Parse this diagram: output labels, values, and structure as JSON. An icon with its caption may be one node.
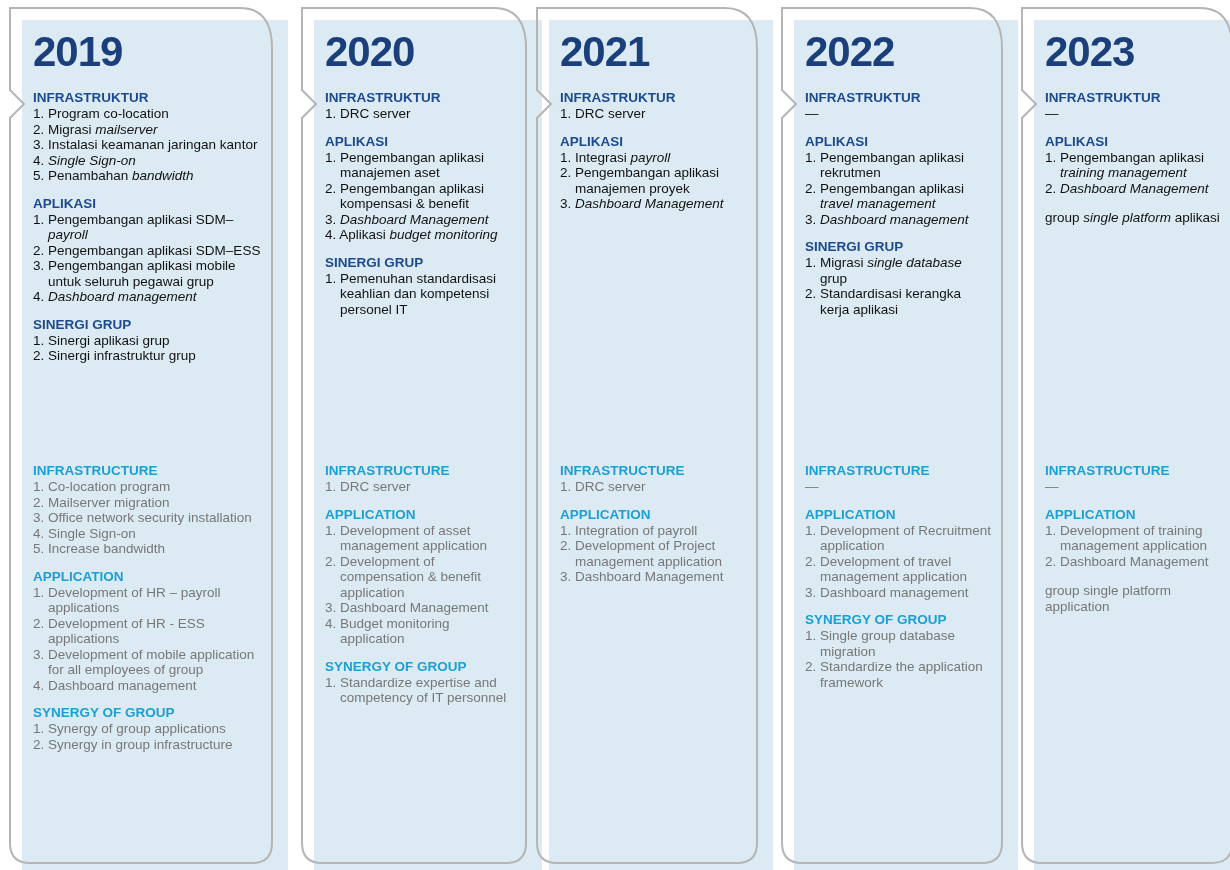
{
  "diagram": {
    "nodes": [
      {
        "text": [
          "2019",
          "INFRASTRUKTUR",
          "1. Program co-location",
          "2. Migrasi *mailserver*",
          "3. Instalasi keamanan jaringan kantor",
          "4. *Single Sign-on*",
          "5. Penambahan *bandwidth*",
          "APLIKASI",
          "1. Pengembangan aplikasi SDM–*payroll*",
          "2. Pengembangan aplikasi SDM–ESS",
          "3. Pengembangan aplikasi mobile untuk seluruh pegawai grup",
          "4. *Dashboard management*",
          "SINERGI GRUP",
          "1. Sinergi aplikasi grup",
          "2. Sinergi infrastruktur grup",
          "INFRASTRUCTURE",
          "1. Co-location program",
          "2. Mailserver migration",
          "3. Office network security installation",
          "4. Single Sign-on",
          "5. Increase bandwidth",
          "APPLICATION",
          "1. Development of HR – payroll applications",
          "2. Development of HR - ESS applications",
          "3. Development of mobile application for all employees of group",
          "4. Dashboard management",
          "SYNERGY OF GROUP",
          "1. Synergy of group applications",
          "2. Synergy in group infrastructure"
        ]
      },
      {
        "text": [
          "2020",
          "INFRASTRUKTUR",
          "1. DRC server",
          "APLIKASI",
          "1. Pengembangan aplikasi manajemen aset",
          "2. Pengembangan aplikasi kompensasi & benefit",
          "3. *Dashboard Management*",
          "4. Aplikasi *budget monitoring*",
          "SINERGI GRUP",
          "1. Pemenuhan standardisasi keahlian dan kompetensi personel IT",
          "INFRASTRUCTURE",
          "1. DRC server",
          "APPLICATION",
          "1. Development of asset management application",
          "2. Development of compensation & benefit application",
          "3. Dashboard Management",
          "4. Budget monitoring application",
          "SYNERGY OF GROUP",
          "1. Standardize expertise and competency of IT personnel"
        ]
      },
      {
        "text": [
          "2021",
          "INFRASTRUKTUR",
          "1. DRC server",
          "APLIKASI",
          "1. Integrasi *payroll*",
          "2. Pengembangan aplikasi manajemen proyek",
          "3. *Dashboard Management*",
          "INFRASTRUCTURE",
          "1. DRC server",
          "APPLICATION",
          "1. Integration of payroll",
          "2. Development of Project management application",
          "3. Dashboard Management"
        ]
      },
      {
        "text": [
          "2022",
          "INFRASTRUKTUR",
          "—",
          "APLIKASI",
          "1. Pengembangan aplikasi rekrutmen",
          "2. Pengembangan aplikasi *travel management*",
          "3. *Dashboard management*",
          "SINERGI GRUP",
          "1. Migrasi *single database* grup",
          "2. Standardisasi kerangka kerja aplikasi",
          "INFRASTRUCTURE",
          "—",
          "APPLICATION",
          "1. Development of Recruitment application",
          "2. Development of travel management application",
          "3. Dashboard management",
          "SYNERGY OF GROUP",
          "1. Single group database migration",
          "2. Standardize the application framework"
        ]
      },
      {
        "text": [
          "2023",
          "INFRASTRUKTUR",
          "—",
          "APLIKASI",
          "1. Pengembangan aplikasi *training management*",
          "2. *Dashboard Management*",
          "group *single platform* aplikasi",
          "INFRASTRUCTURE",
          "—",
          "APPLICATION",
          "1. Development of training management application",
          "2. Dashboard Management",
          "group single platform application"
        ]
      }
    ]
  }
}
